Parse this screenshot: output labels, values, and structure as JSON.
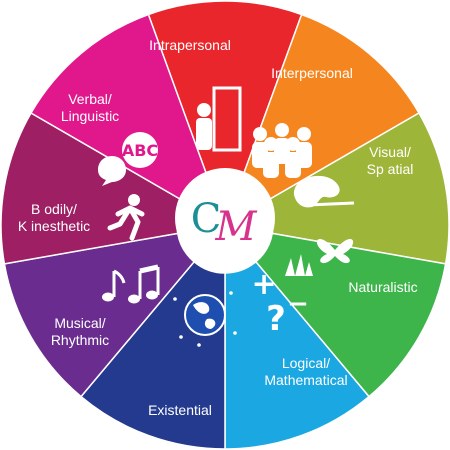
{
  "logo": {
    "letter_c": "C",
    "letter_m": "M",
    "c_color": "#1e8e96",
    "m_color": "#d6338c"
  },
  "segments": [
    {
      "id": "intrapersonal",
      "lines": [
        "Intrapersonal"
      ],
      "color": "#e8262b",
      "icon": "door-person-icon"
    },
    {
      "id": "interpersonal",
      "lines": [
        "Interpersonal"
      ],
      "color": "#f5861f",
      "icon": "group-people-icon"
    },
    {
      "id": "visual-spatial",
      "lines": [
        "Visual/",
        "Sp atial"
      ],
      "color": "#9db639",
      "icon": "palette-brush-icon"
    },
    {
      "id": "naturalistic",
      "lines": [
        "Naturalistic"
      ],
      "color": "#3db54a",
      "icon": "butterfly-grass-icon"
    },
    {
      "id": "logical-mathematical",
      "lines": [
        "Logical/",
        "Mathematical"
      ],
      "color": "#1ba7e1",
      "icon": "math-symbols-icon"
    },
    {
      "id": "existential",
      "lines": [
        "Existential"
      ],
      "color": "#233a8f",
      "icon": "globe-stars-icon"
    },
    {
      "id": "musical-rhythmic",
      "lines": [
        "Musical/",
        "Rhythmic"
      ],
      "color": "#6a2d8f",
      "icon": "music-notes-icon"
    },
    {
      "id": "bodily-kinesthetic",
      "lines": [
        "B odily/",
        "K inesthetic"
      ],
      "color": "#9e1f63",
      "icon": "running-person-icon"
    },
    {
      "id": "verbal-linguistic",
      "lines": [
        "Verbal/",
        "Linguistic"
      ],
      "color": "#e0188c",
      "icon": "speech-abc-icon"
    }
  ]
}
